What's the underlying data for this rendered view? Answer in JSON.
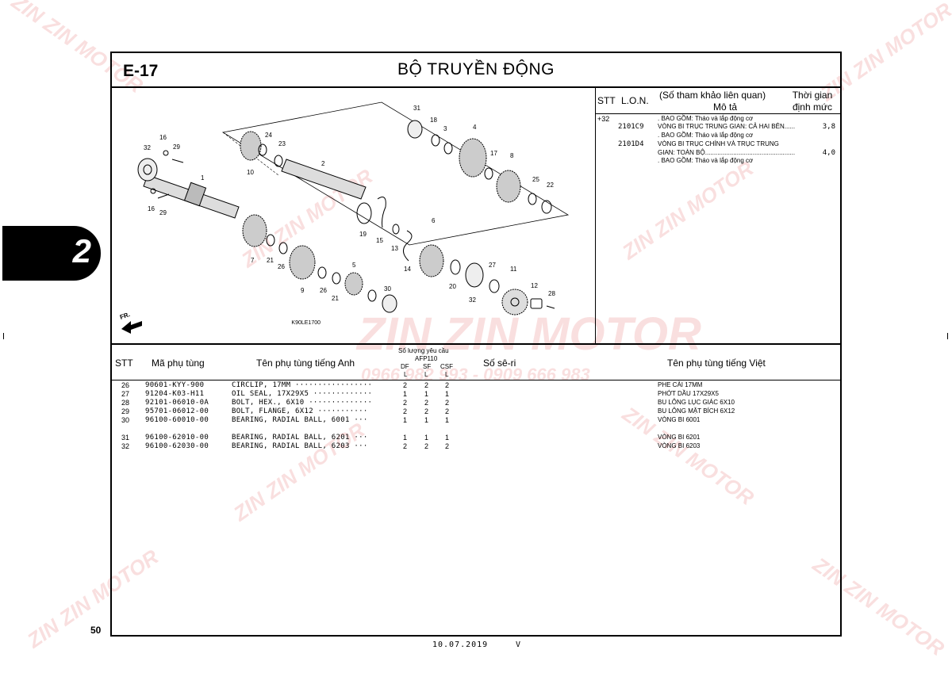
{
  "header": {
    "code": "E-17",
    "title": "BỘ TRUYỀN ĐỘNG"
  },
  "diagram": {
    "reference_code": "K90LE1700",
    "fr_label": "FR.",
    "callouts": [
      "1",
      "2",
      "3",
      "4",
      "5",
      "6",
      "7",
      "8",
      "9",
      "10",
      "11",
      "12",
      "13",
      "14",
      "15",
      "16",
      "16",
      "17",
      "18",
      "19",
      "20",
      "21",
      "21",
      "22",
      "23",
      "24",
      "25",
      "26",
      "26",
      "27",
      "28",
      "29",
      "29",
      "30",
      "31",
      "32",
      "32"
    ]
  },
  "ref_panel": {
    "col_stt": "STT",
    "col_lon": "L.O.N.",
    "col_ref": "(Số tham khảo liên quan)",
    "col_desc": "Mô tả",
    "col_time": "Thời gian định mức",
    "entries": [
      {
        "stt": "+32",
        "lon": "",
        "desc": ". BAO GỒM: Tháo và lắp động cơ",
        "time": ""
      },
      {
        "stt": "",
        "lon": "2101C9",
        "desc": "VÒNG BI TRỤC TRUNG GIAN: CẢ HAI BÊN......",
        "time": "3,8"
      },
      {
        "stt": "",
        "lon": "",
        "desc": ". BAO GỒM: Tháo và lắp động cơ",
        "time": ""
      },
      {
        "stt": "",
        "lon": "2101D4",
        "desc": "VÒNG BI TRỤC CHÍNH VÀ TRỤC TRUNG",
        "time": ""
      },
      {
        "stt": "",
        "lon": "",
        "desc": "GIAN: TOÀN BỘ...................................................",
        "time": "4,0"
      },
      {
        "stt": "",
        "lon": "",
        "desc": ". BAO GỒM: Tháo và lắp động cơ",
        "time": ""
      }
    ]
  },
  "parts_table": {
    "headers": {
      "stt": "STT",
      "part_no": "Mã phụ tùng",
      "name_en": "Tên phụ tùng tiếng Anh",
      "qty": "Số lượng yêu cầu",
      "model": "AFP110",
      "variants": [
        "DF",
        "SF",
        "CSF"
      ],
      "unit": "L",
      "serial": "Số sê-ri",
      "name_vi": "Tên phụ tùng tiếng Việt"
    },
    "rows": [
      {
        "stt": "26",
        "part_no": "90601-KYY-900",
        "name_en": "CIRCLIP, 17MM ·················",
        "df": "2",
        "sf": "2",
        "csf": "2",
        "name_vi": "PHE CÀI 17MM"
      },
      {
        "stt": "27",
        "part_no": "91204-K03-H11",
        "name_en": "OIL SEAL, 17X29X5 ·············",
        "df": "1",
        "sf": "1",
        "csf": "1",
        "name_vi": "PHỚT DẦU 17X29X5"
      },
      {
        "stt": "28",
        "part_no": "92101-06010-0A",
        "name_en": "BOLT, HEX., 6X10 ··············",
        "df": "2",
        "sf": "2",
        "csf": "2",
        "name_vi": "BU LÔNG LỤC GIÁC 6X10"
      },
      {
        "stt": "29",
        "part_no": "95701-06012-00",
        "name_en": "BOLT, FLANGE, 6X12 ···········",
        "df": "2",
        "sf": "2",
        "csf": "2",
        "name_vi": "BU LÔNG MẶT BÍCH 6X12"
      },
      {
        "stt": "30",
        "part_no": "96100-60010-00",
        "name_en": "BEARING, RADIAL BALL, 6001 ···",
        "df": "1",
        "sf": "1",
        "csf": "1",
        "name_vi": "VÒNG BI 6001"
      },
      {
        "stt": "31",
        "part_no": "96100-62010-00",
        "name_en": "BEARING, RADIAL BALL, 6201 ···",
        "df": "1",
        "sf": "1",
        "csf": "1",
        "name_vi": "VÒNG BI 6201"
      },
      {
        "stt": "32",
        "part_no": "96100-62030-00",
        "name_en": "BEARING, RADIAL BALL, 6203 ···",
        "df": "2",
        "sf": "2",
        "csf": "2",
        "name_vi": "VÒNG BI 6203"
      }
    ]
  },
  "section_tab": "2",
  "page_number": "50",
  "footer": {
    "date": "10.07.2019",
    "version": "V"
  },
  "watermark": {
    "brand": "ZIN ZIN MOTOR",
    "phone": "0966 982 993 - 0909 666 983"
  }
}
